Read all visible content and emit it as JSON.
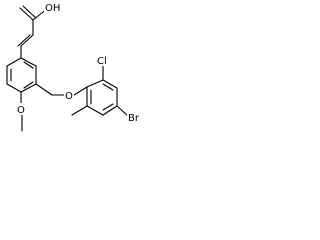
{
  "molecule": {
    "labels": {
      "acid_hydroxyl": "OH",
      "ether_oxygen": "O",
      "methoxy_oxygen": "O",
      "chlorine": "Cl",
      "bromine": "Br"
    }
  }
}
